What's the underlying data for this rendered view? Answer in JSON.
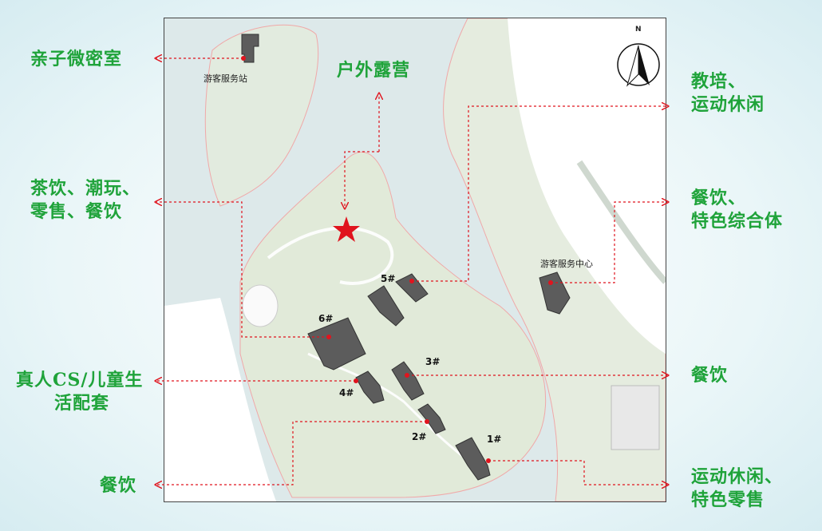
{
  "map": {
    "title": "户外露营",
    "north_label": "N",
    "visitor_station": "游客服务站",
    "visitor_center": "游客服务中心",
    "buildings": [
      "1#",
      "2#",
      "3#",
      "4#",
      "5#",
      "6#"
    ]
  },
  "labels": {
    "left": {
      "parent_child_room": "亲子微密室",
      "tea_trend_retail_1": "茶饮、潮玩、",
      "tea_trend_retail_2": "零售、餐饮",
      "cs_kids_1": "真人CS/儿童生",
      "cs_kids_2": "活配套",
      "dining": "餐饮"
    },
    "right": {
      "edu_sports_1": "教培、",
      "edu_sports_2": "运动休闲",
      "dining_complex_1": "餐饮、",
      "dining_complex_2": "特色综合体",
      "dining": "餐饮",
      "sports_retail_1": "运动休闲、",
      "sports_retail_2": "特色零售"
    }
  },
  "colors": {
    "label_green": "#1fa33a",
    "leader_red": "#e0141e",
    "water": "#dfecee",
    "land": "#e3ece0",
    "building": "#5c5c5c"
  }
}
